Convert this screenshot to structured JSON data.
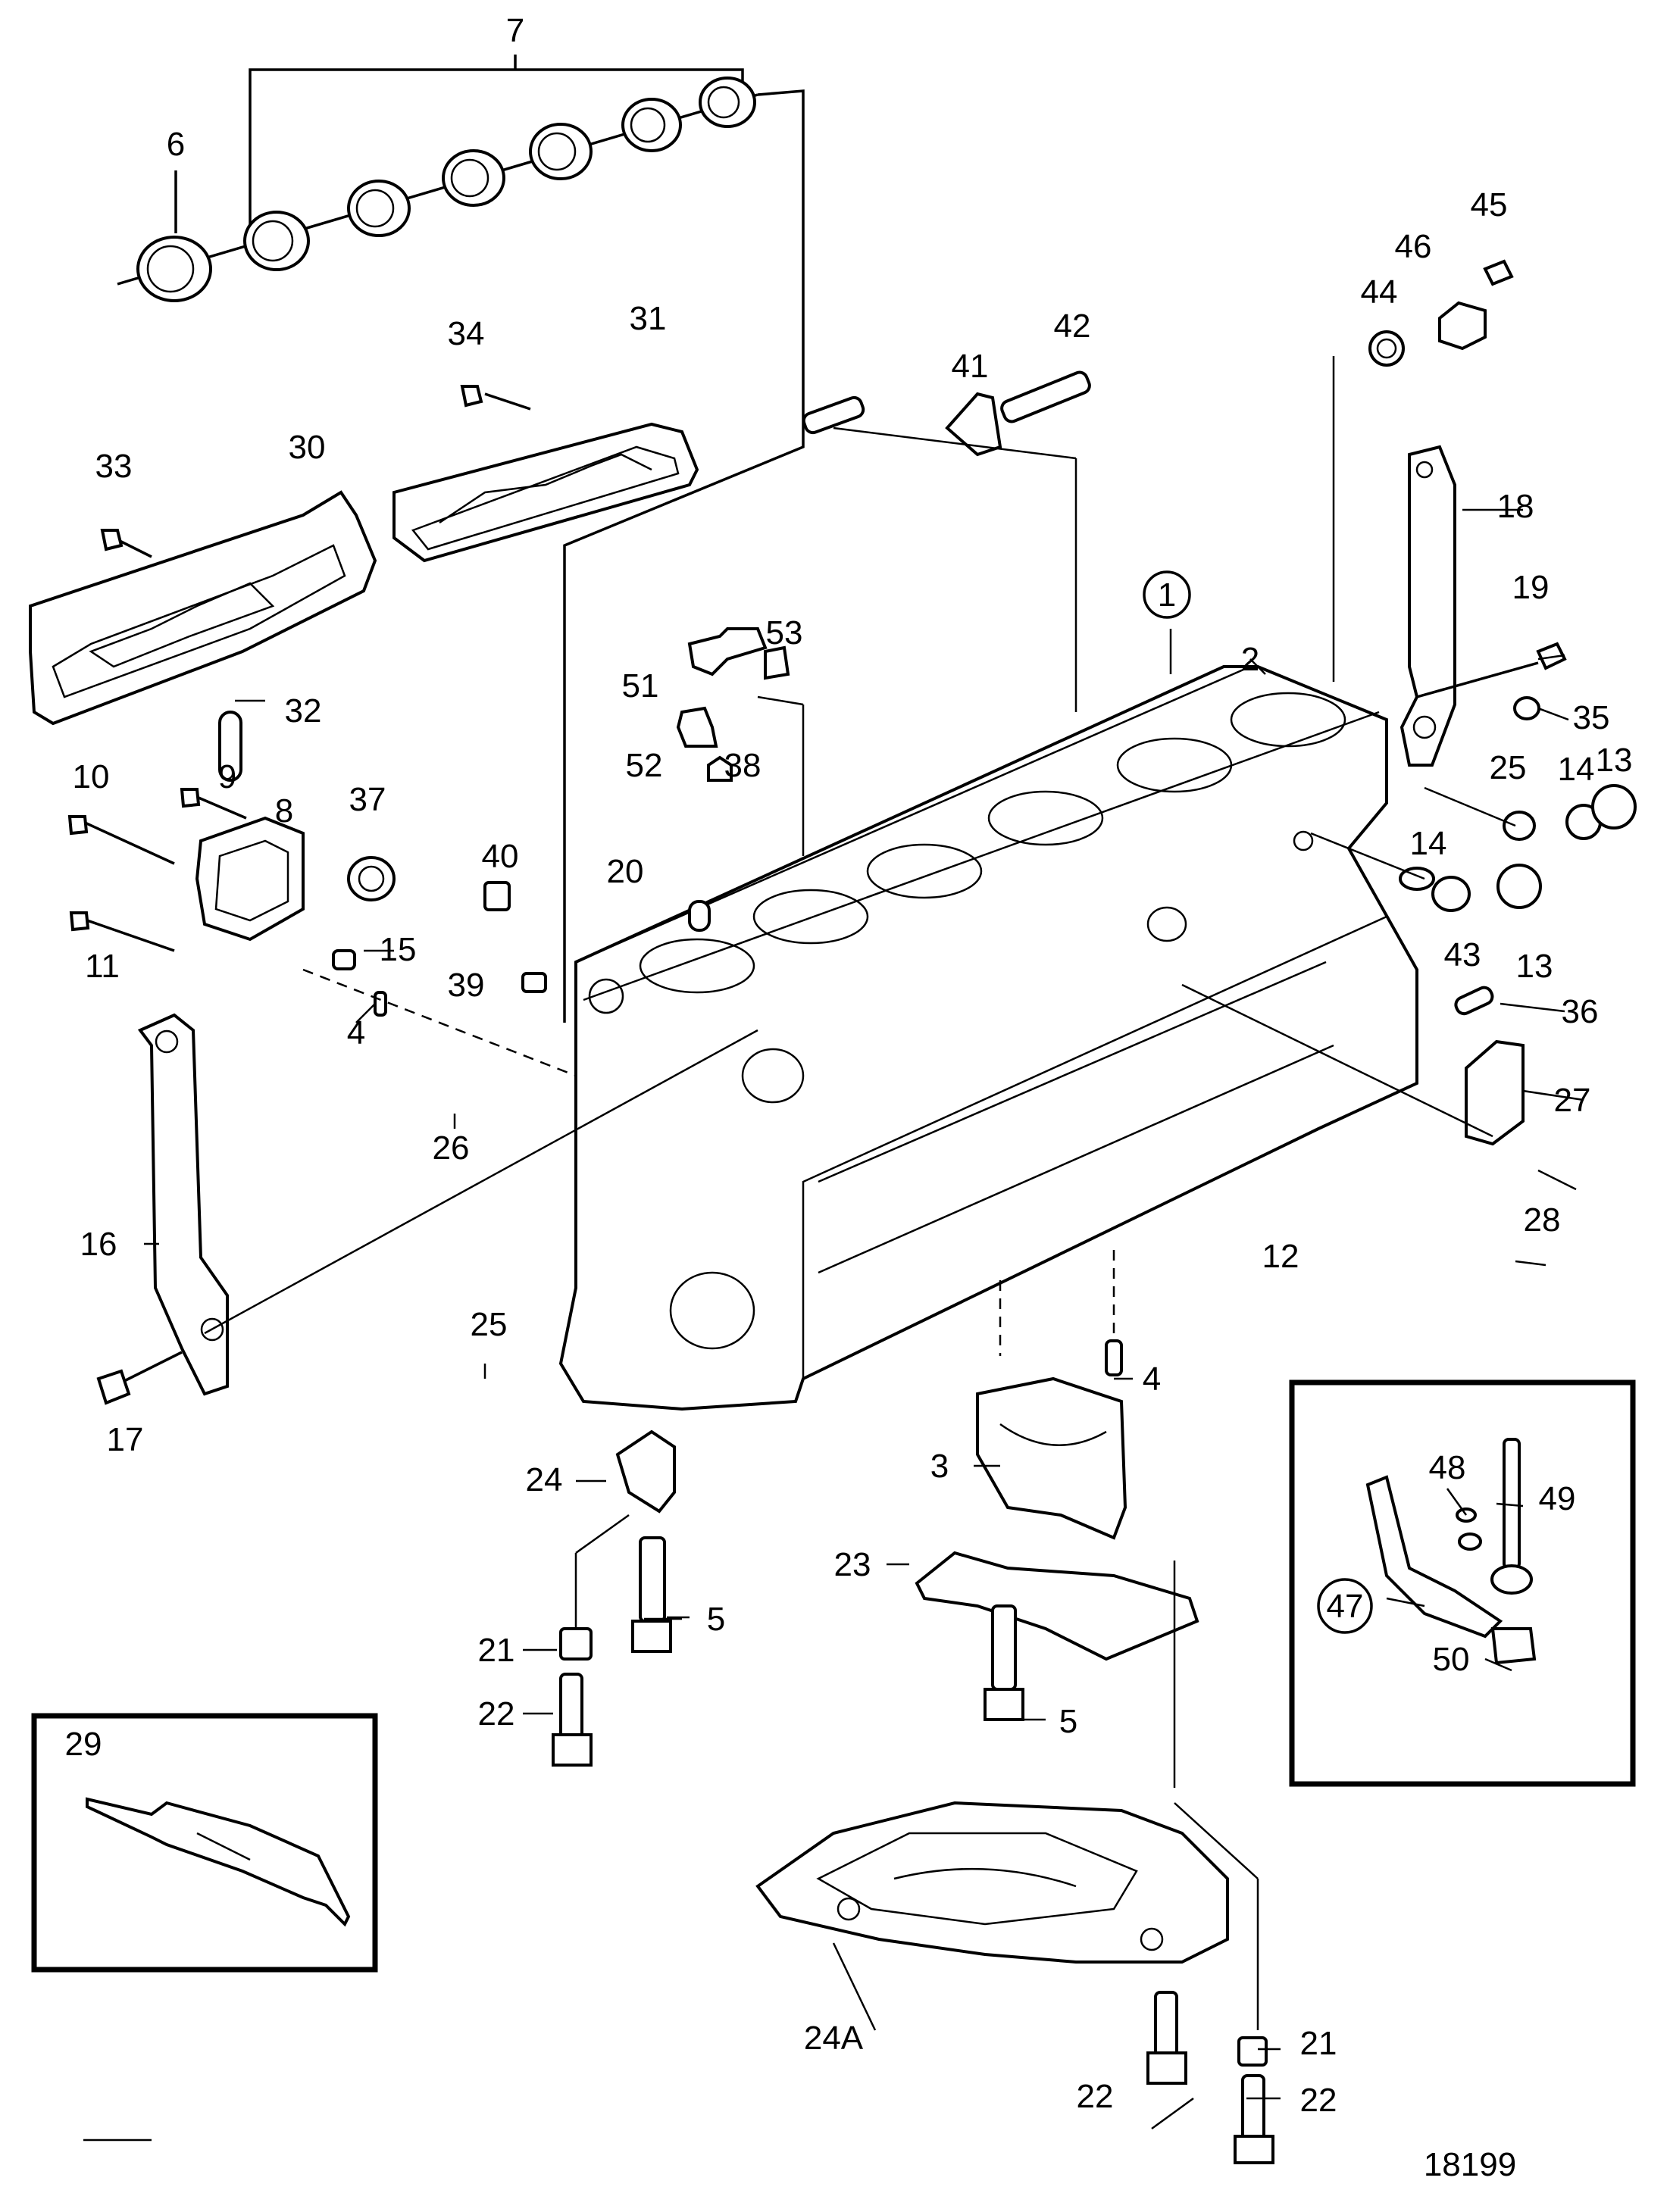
{
  "diagram": {
    "drawing_number": "18199",
    "callouts": {
      "c1": "1",
      "c2": "2",
      "c3": "3",
      "c4a": "4",
      "c4b": "4",
      "c5a": "5",
      "c5b": "5",
      "c6": "6",
      "c7": "7",
      "c8": "8",
      "c9": "9",
      "c10": "10",
      "c11": "11",
      "c12": "12",
      "c13a": "13",
      "c13b": "13",
      "c14a": "14",
      "c14b": "14",
      "c15": "15",
      "c16": "16",
      "c17": "17",
      "c18": "18",
      "c19": "19",
      "c20": "20",
      "c21a": "21",
      "c21b": "21",
      "c22a": "22",
      "c22b": "22",
      "c23": "23",
      "c24": "24",
      "c24A": "24A",
      "c25a": "25",
      "c25b": "25",
      "c26": "26",
      "c27": "27",
      "c28": "28",
      "c29": "29",
      "c30": "30",
      "c31": "31",
      "c32": "32",
      "c33": "33",
      "c34": "34",
      "c35": "35",
      "c36": "36",
      "c37": "37",
      "c38": "38",
      "c39": "39",
      "c40": "40",
      "c41": "41",
      "c42": "42",
      "c43": "43",
      "c44": "44",
      "c45": "45",
      "c46": "46",
      "c47": "47",
      "c48": "48",
      "c49": "49",
      "c50": "50",
      "c51": "51",
      "c52": "52",
      "c53": "53"
    }
  }
}
